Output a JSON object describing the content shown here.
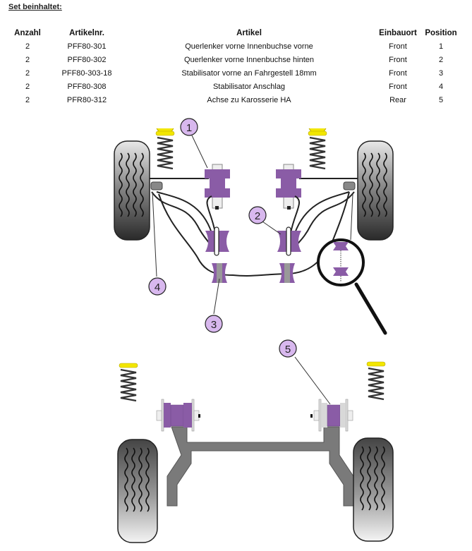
{
  "set_title": "Set beinhaltet:",
  "table": {
    "headers": [
      "Anzahl",
      "Artikelnr.",
      "Artikel",
      "Einbauort",
      "Position"
    ],
    "rows": [
      {
        "qty": "2",
        "part_no": "PFF80-301",
        "article": "Querlenker vorne Innenbuchse vorne",
        "location": "Front",
        "position": "1"
      },
      {
        "qty": "2",
        "part_no": "PFF80-302",
        "article": "Querlenker vorne Innenbuchse hinten",
        "location": "Front",
        "position": "2"
      },
      {
        "qty": "2",
        "part_no": "PFF80-303-18",
        "article": "Stabilisator vorne an Fahrgestell 18mm",
        "location": "Front",
        "position": "3"
      },
      {
        "qty": "2",
        "part_no": "PFF80-308",
        "article": "Stabilisator Anschlag",
        "location": "Front",
        "position": "4"
      },
      {
        "qty": "2",
        "part_no": "PFR80-312",
        "article": "Achse zu Karosserie HA",
        "location": "Rear",
        "position": "5"
      }
    ]
  },
  "diagram": {
    "callouts": [
      "1",
      "2",
      "3",
      "4",
      "5"
    ],
    "colors": {
      "bushing": "#8a5ca6",
      "callout_fill": "#d8b8ee",
      "spring_cap": "#f2e600",
      "tyre": "#555555",
      "axle": "#7a7a7a"
    }
  }
}
